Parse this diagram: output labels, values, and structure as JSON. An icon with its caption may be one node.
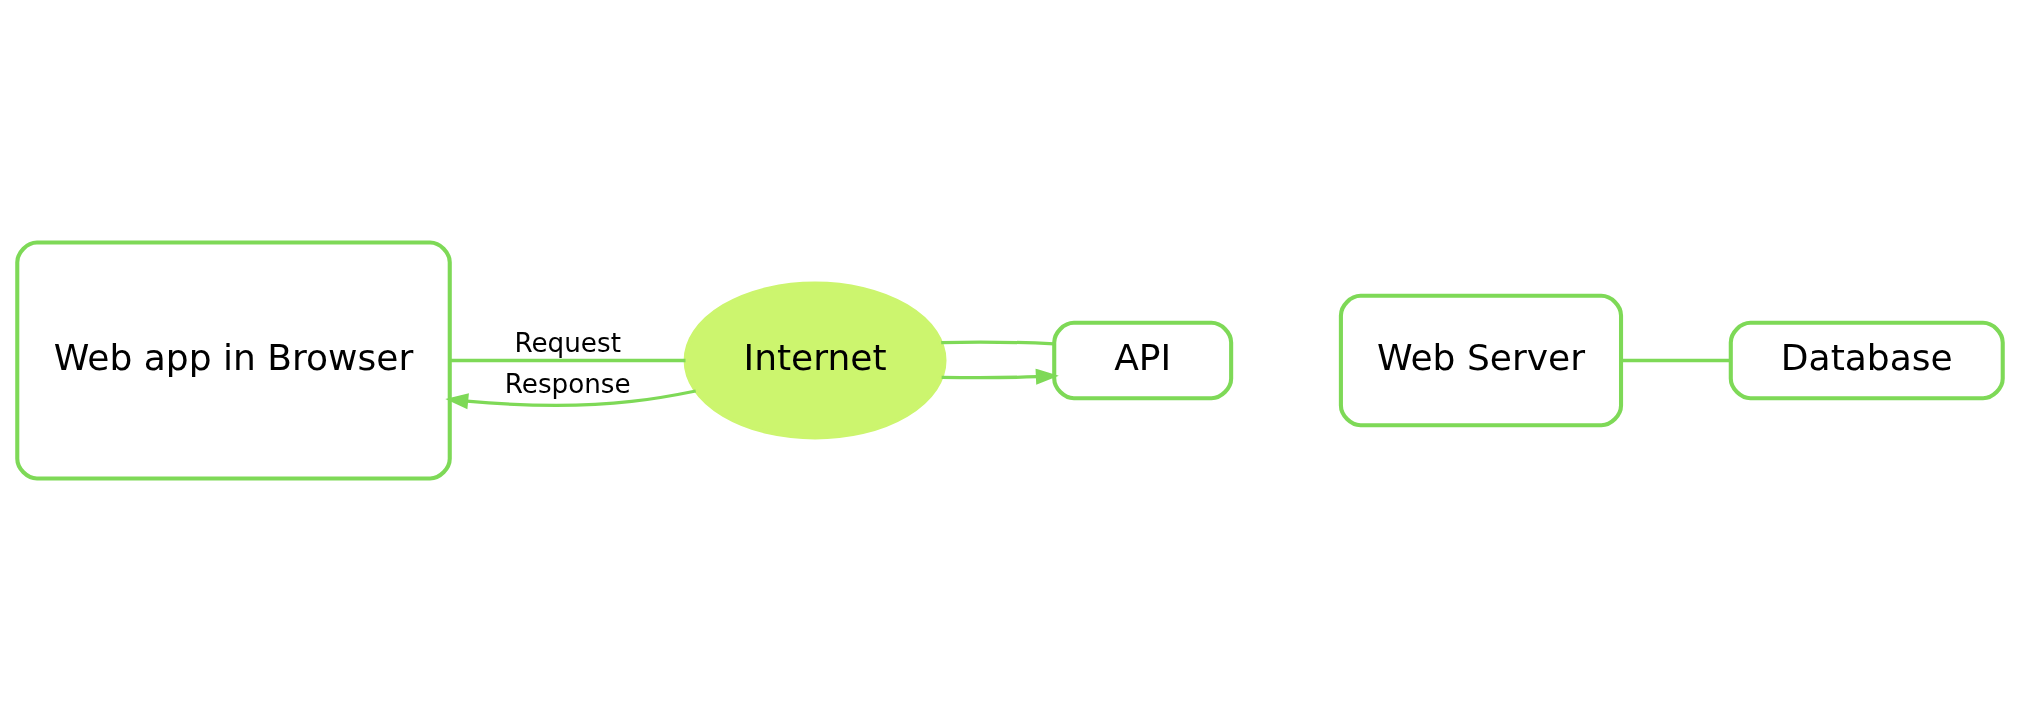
{
  "diagram": {
    "nodes": [
      {
        "text": [
          "Web app in Browser"
        ]
      },
      {
        "text": [
          "Internet"
        ]
      },
      {
        "text": [
          "API"
        ]
      },
      {
        "text": [
          "Web Server"
        ]
      },
      {
        "text": [
          "Database"
        ]
      }
    ],
    "edges": [
      {
        "from": 0,
        "to": 1,
        "arrow": "none",
        "label": "Request"
      },
      {
        "from": 1,
        "to": 2,
        "arrow": "to"
      },
      {
        "from": 2,
        "to": 1,
        "arrow": "none"
      },
      {
        "from": 1,
        "to": 0,
        "arrow": "to",
        "label": "Response"
      },
      {
        "from": 3,
        "to": 4,
        "arrow": "none"
      }
    ]
  }
}
